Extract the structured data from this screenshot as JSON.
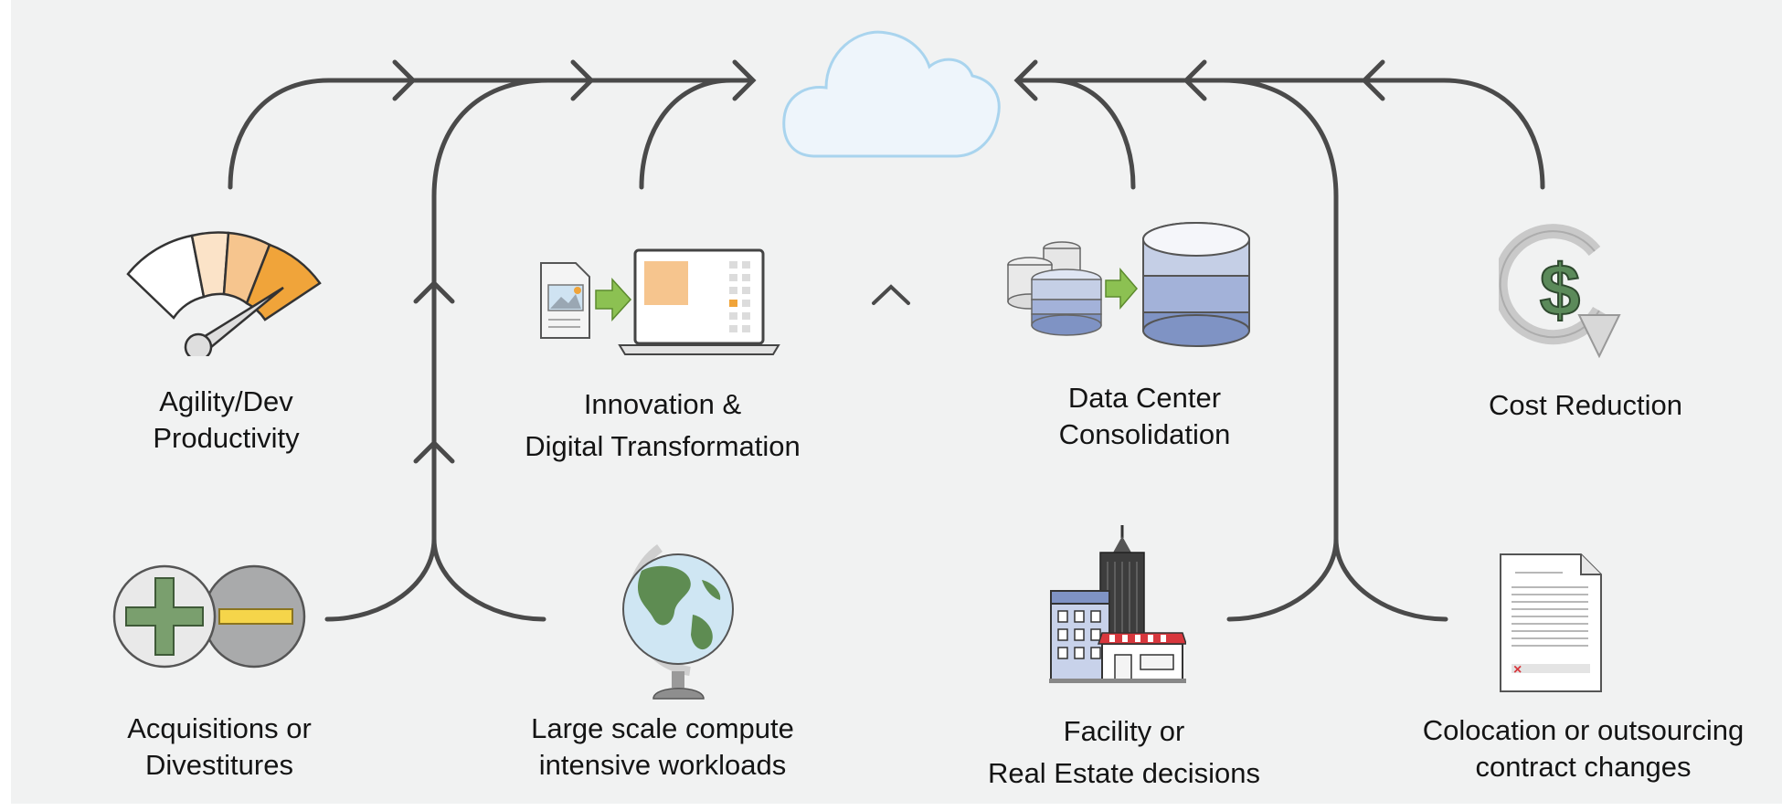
{
  "nodes": {
    "agility": {
      "line1": "Agility/Dev",
      "line2": "Productivity"
    },
    "innovation": {
      "line1": "Innovation &",
      "line2": "Digital Transformation"
    },
    "datacenter": {
      "line1": "Data Center",
      "line2": "Consolidation"
    },
    "cost": {
      "line1": "Cost Reduction"
    },
    "acquisitions": {
      "line1": "Acquisitions or",
      "line2": "Divestitures"
    },
    "largescale": {
      "line1": "Large scale compute",
      "line2": "intensive workloads"
    },
    "facility": {
      "line1": "Facility or",
      "line2": "Real Estate decisions"
    },
    "colocation": {
      "line1": "Colocation or outsourcing",
      "line2": "contract changes"
    }
  },
  "icons": {
    "cloud": "cloud-icon",
    "agility": "speedometer-gauge-icon",
    "innovation": "document-to-laptop-icon",
    "datacenter": "database-consolidation-icon",
    "cost": "dollar-cycle-icon",
    "acquisitions": "plus-minus-icon",
    "largescale": "globe-icon",
    "facility": "buildings-icon",
    "colocation": "contract-document-icon"
  },
  "colors": {
    "background": "#f1f2f2",
    "flow_lines": "#4a4a4a",
    "cloud_stroke": "#a9d4ee",
    "gauge_orange": "#f0a43a",
    "arrow_green": "#8cc152",
    "db_blue": "#7f93c4",
    "dollar_green": "#5b8a5a"
  }
}
